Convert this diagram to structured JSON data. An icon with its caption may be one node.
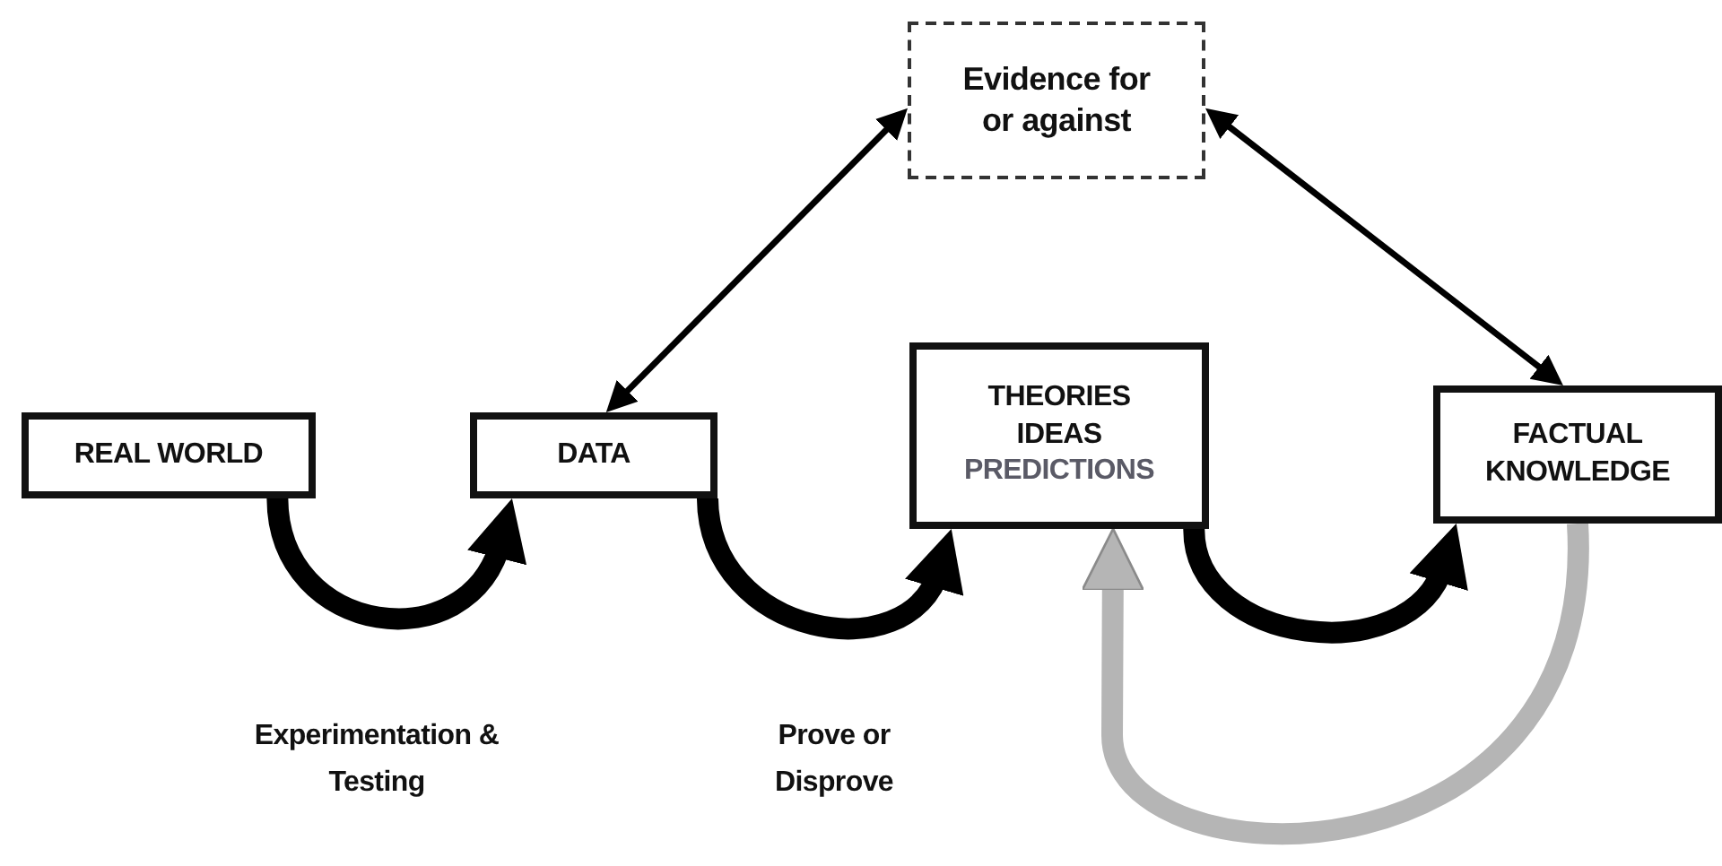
{
  "diagram": {
    "nodes": [
      {
        "text": [
          "Evidence for or against"
        ]
      },
      {
        "text": [
          "REAL WORLD"
        ]
      },
      {
        "text": [
          "DATA"
        ]
      },
      {
        "text": [
          "THEORIES",
          "IDEAS",
          "PREDICTIONS"
        ]
      },
      {
        "text": [
          "FACTUAL KNOWLEDGE"
        ]
      }
    ],
    "edges": [
      {
        "from": 0,
        "to": 2,
        "arrow": "both"
      },
      {
        "from": 0,
        "to": 4,
        "arrow": "both"
      },
      {
        "from": 1,
        "to": 2,
        "arrow": "to",
        "label": "Experimentation & Testing"
      },
      {
        "from": 2,
        "to": 3,
        "arrow": "to",
        "label": "Prove or Disprove"
      },
      {
        "from": 3,
        "to": 4,
        "arrow": "to"
      },
      {
        "from": 4,
        "to": 3,
        "arrow": "to",
        "color": "#b5b5b5"
      }
    ]
  }
}
